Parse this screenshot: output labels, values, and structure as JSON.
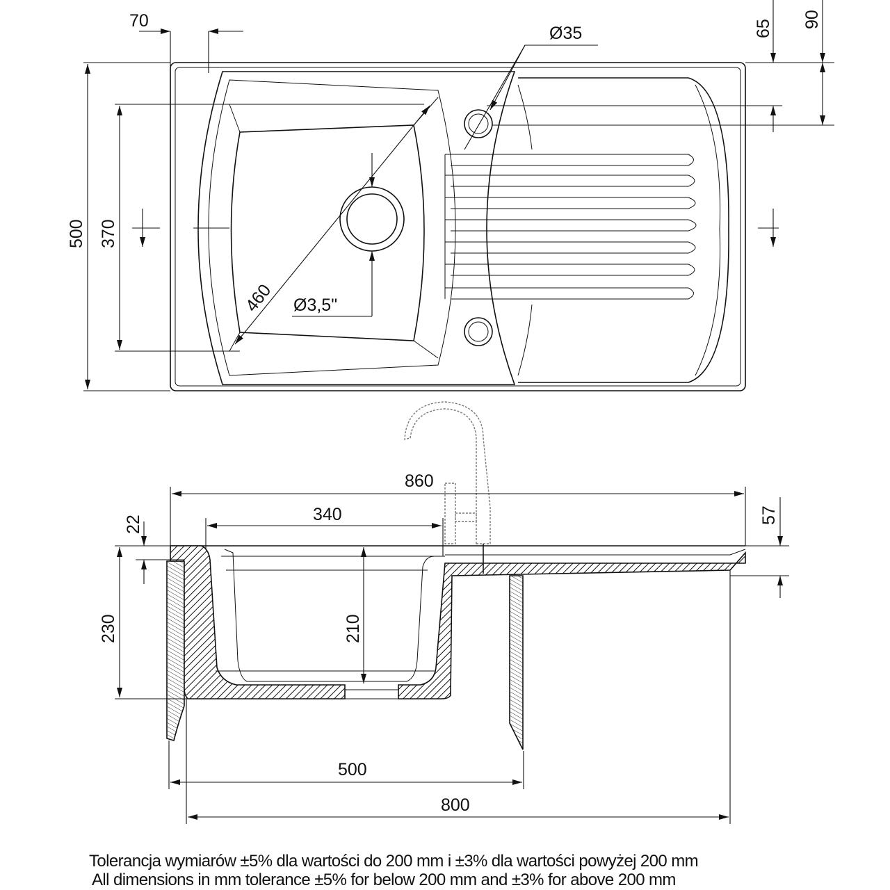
{
  "top_view": {
    "dim_rim_left": "70",
    "dim_tap_hole": "Ø35",
    "dim_tap_offset_1": "65",
    "dim_tap_offset_2": "90",
    "dim_depth_total": "500",
    "dim_bowl_depth": "370",
    "dim_bowl_diagonal": "460",
    "dim_drain": "Ø3,5\""
  },
  "side_view": {
    "dim_total_length": "860",
    "dim_bowl_width": "340",
    "dim_rim_thickness": "22",
    "dim_drainboard_height": "57",
    "dim_total_height": "230",
    "dim_bowl_height": "210",
    "dim_cabinet_min": "500",
    "dim_cutout": "800"
  },
  "notes": {
    "pl": "Tolerancja wymiarów ±5% dla wartości do 200 mm i ±3% dla wartości powyżej 200 mm",
    "en": "All dimensions in mm tolerance ±5% for below 200 mm and ±3% for above 200 mm"
  }
}
